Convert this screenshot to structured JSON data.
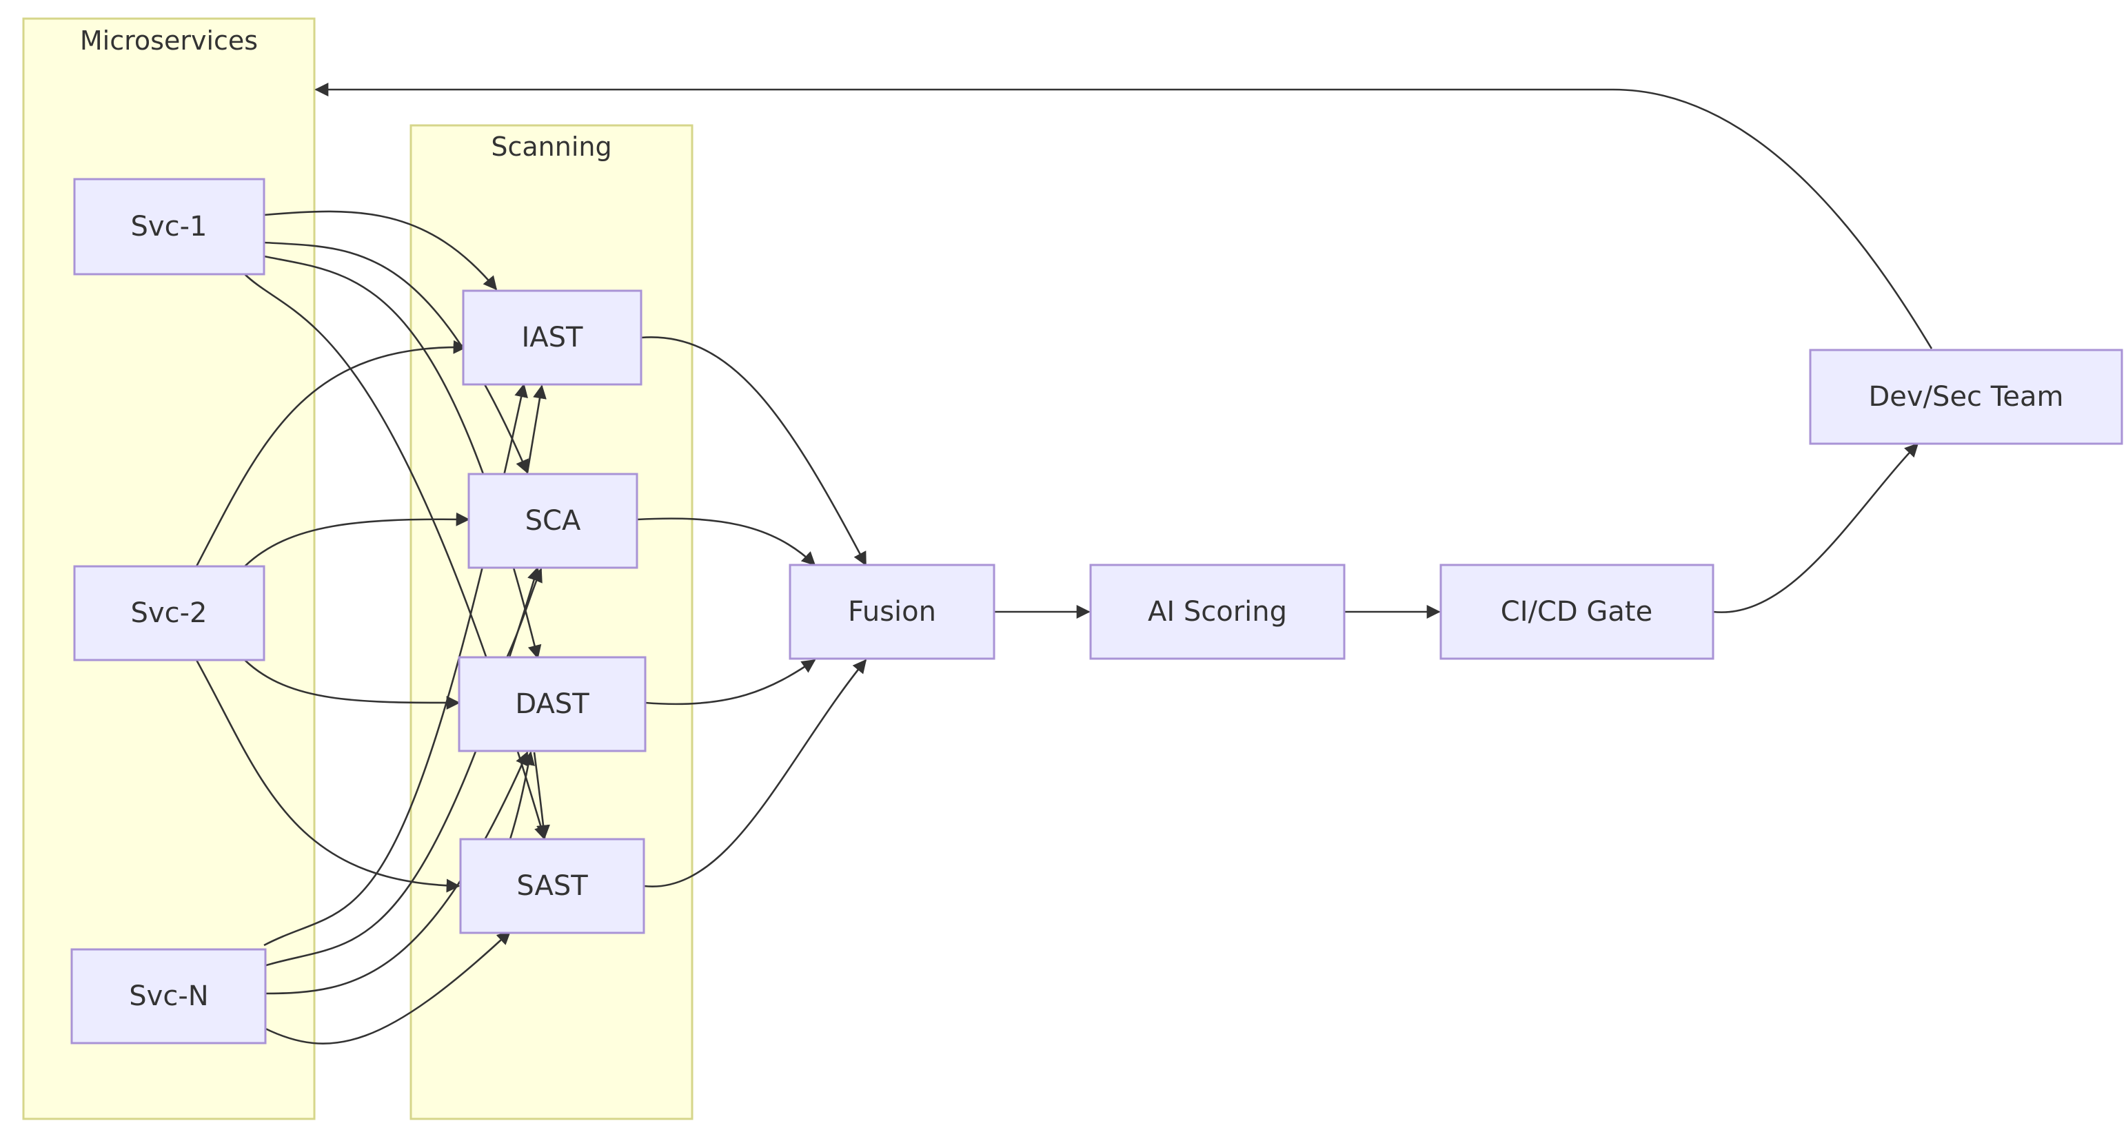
{
  "colors": {
    "group_fill": "#ffffde",
    "group_border": "#d6d68a",
    "node_fill": "#ececff",
    "node_border": "#a993d6",
    "edge": "#333333",
    "text": "#333333"
  },
  "groups": {
    "microservices": {
      "title": "Microservices"
    },
    "scanning": {
      "title": "Scanning"
    }
  },
  "nodes": {
    "svc1": {
      "label": "Svc-1"
    },
    "svc2": {
      "label": "Svc-2"
    },
    "svcn": {
      "label": "Svc-N"
    },
    "iast": {
      "label": "IAST"
    },
    "sca": {
      "label": "SCA"
    },
    "dast": {
      "label": "DAST"
    },
    "sast": {
      "label": "SAST"
    },
    "fusion": {
      "label": "Fusion"
    },
    "ai_scoring": {
      "label": "AI Scoring"
    },
    "cicd_gate": {
      "label": "CI/CD Gate"
    },
    "devsec_team": {
      "label": "Dev/Sec Team"
    }
  },
  "edges": [
    {
      "from": "Svc-1",
      "to": "IAST"
    },
    {
      "from": "Svc-1",
      "to": "SCA"
    },
    {
      "from": "Svc-1",
      "to": "DAST"
    },
    {
      "from": "Svc-1",
      "to": "SAST"
    },
    {
      "from": "Svc-2",
      "to": "IAST"
    },
    {
      "from": "Svc-2",
      "to": "SCA"
    },
    {
      "from": "Svc-2",
      "to": "DAST"
    },
    {
      "from": "Svc-2",
      "to": "SAST"
    },
    {
      "from": "Svc-N",
      "to": "IAST"
    },
    {
      "from": "Svc-N",
      "to": "SCA"
    },
    {
      "from": "Svc-N",
      "to": "DAST"
    },
    {
      "from": "Svc-N",
      "to": "SAST"
    },
    {
      "from": "IAST",
      "to": "Fusion"
    },
    {
      "from": "SCA",
      "to": "Fusion"
    },
    {
      "from": "DAST",
      "to": "Fusion"
    },
    {
      "from": "SAST",
      "to": "Fusion"
    },
    {
      "from": "Fusion",
      "to": "AI Scoring"
    },
    {
      "from": "AI Scoring",
      "to": "CI/CD Gate"
    },
    {
      "from": "CI/CD Gate",
      "to": "Dev/Sec Team"
    },
    {
      "from": "Dev/Sec Team",
      "to": "Microservices"
    }
  ]
}
